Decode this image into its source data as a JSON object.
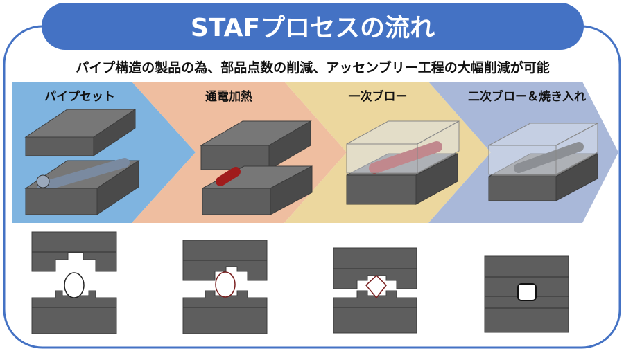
{
  "title": "STAFプロセスの流れ",
  "subtitle": "パイプ構造の製品の為、部品点数の削減、アッセンブリー工程の大幅削減が可能",
  "steps": [
    {
      "label": "パイプセット",
      "color": "#7fb4e0"
    },
    {
      "label": "通電加熱",
      "color": "#efbea0"
    },
    {
      "label": "一次ブロー",
      "color": "#ecd79e"
    },
    {
      "label": "二次ブロー＆焼き入れ",
      "color": "#a9b8d9"
    }
  ],
  "colors": {
    "frame": "#4472c4",
    "mold": "#5e5e5e",
    "pipe_cold": "#7a8aa0",
    "pipe_hot": "#a01c1c"
  }
}
